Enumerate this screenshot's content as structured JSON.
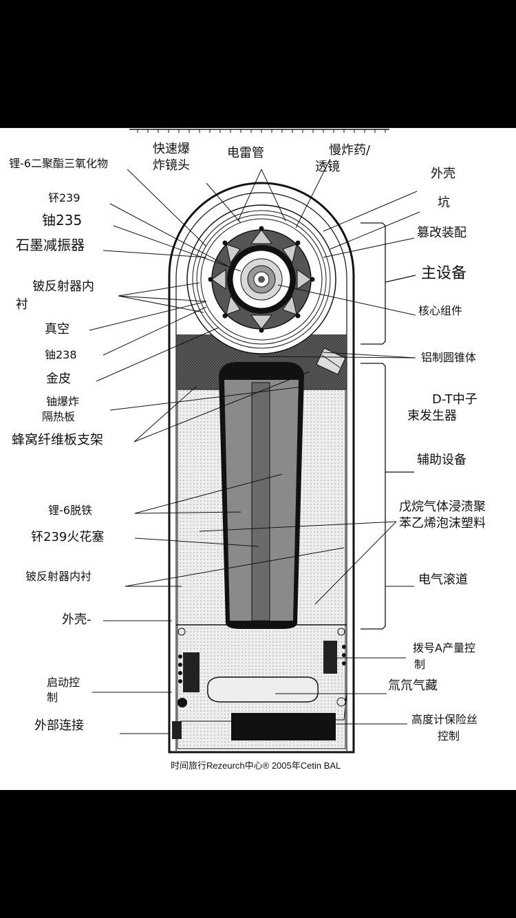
{
  "labels": {
    "li6_triox": "锂-6二聚酯三氧化物",
    "fast_lens_1": "快速爆",
    "fast_lens_2": "炸镜头",
    "detonator": "电雷管",
    "slow_lens_1": "慢炸药/",
    "slow_lens_2": "透镜",
    "outer_shell": "外壳",
    "pit": "坑",
    "pu239": "钚239",
    "u235": "铀235",
    "tamper": "篡改装配",
    "graphite_damper": "石墨减振器",
    "main_device": "主设备",
    "be_reflector_1": "铍反射器内",
    "be_reflector_2": "衬",
    "core_assembly": "核心组件",
    "vacuum": "真空",
    "u238": "铀238",
    "al_cone": "铝制圆锥体",
    "gold_skin": "金皮",
    "u_blast_1": "铀爆炸",
    "u_blast_2": "隔热板",
    "dt_gen_1": "D-T中子",
    "dt_gen_2": "束发生器",
    "honeycomb": "蜂窝纤维板支架",
    "aux_equipment": "辅助设备",
    "li6_deiron": "锂-6脱铁",
    "foam_1": "戊烷气体浸渍聚",
    "foam_2": "苯乙烯泡沫塑料",
    "pu239_spark": "钚239火花塞",
    "be_reflector_b": "铍反射器内衬",
    "electric_channel": "电气滚道",
    "outer_shell_b": "外壳-",
    "dial_a_1": "拨号A产量控",
    "dial_a_2": "制",
    "start_1": "启动控",
    "start_2": "制",
    "deuterium": "氚氘气藏",
    "ext_conn": "外部连接",
    "altimeter_1": "高度计保险丝",
    "altimeter_2": "控制"
  },
  "credit": "时间旅行Rezeurch中心® 2005年Cetin BAL",
  "colors": {
    "ink": "#111111",
    "dark_fill": "#2a2a2a",
    "mid_fill": "#7a7a7a",
    "light_fill": "#b8b8b8",
    "foam_fill": "#e4e4e4"
  }
}
